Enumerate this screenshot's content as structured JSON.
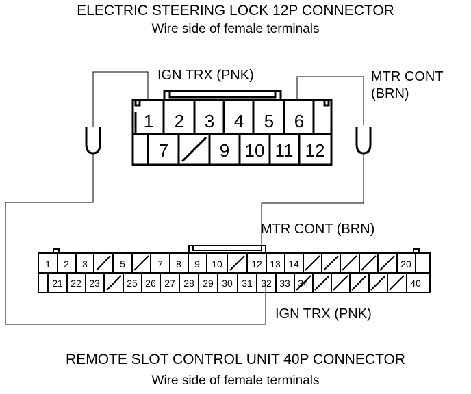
{
  "top_connector": {
    "title": "ELECTRIC STEERING LOCK 12P CONNECTOR",
    "subtitle": "Wire side of female terminals",
    "row1": [
      "1",
      "2",
      "3",
      "4",
      "5",
      "6"
    ],
    "row2": [
      "7",
      "9",
      "10",
      "11",
      "12"
    ]
  },
  "bottom_connector": {
    "title": "REMOTE SLOT CONTROL UNIT 40P CONNECTOR",
    "subtitle": "Wire side of female terminals",
    "row1": [
      "1",
      "2",
      "3",
      "5",
      "7",
      "8",
      "9",
      "10",
      "12",
      "13",
      "14",
      "20"
    ],
    "row2": [
      "21",
      "22",
      "23",
      "25",
      "26",
      "27",
      "28",
      "29",
      "30",
      "31",
      "32",
      "33",
      "34",
      "40"
    ]
  },
  "labels": {
    "ign_top": "IGN TRX (PNK)",
    "mtr_top_line1": "MTR CONT",
    "mtr_top_line2": "(BRN)",
    "mtr_bottom": "MTR CONT (BRN)",
    "ign_bottom": "IGN TRX (PNK)"
  },
  "colors": {
    "line": "#000000",
    "background": "#ffffff"
  }
}
